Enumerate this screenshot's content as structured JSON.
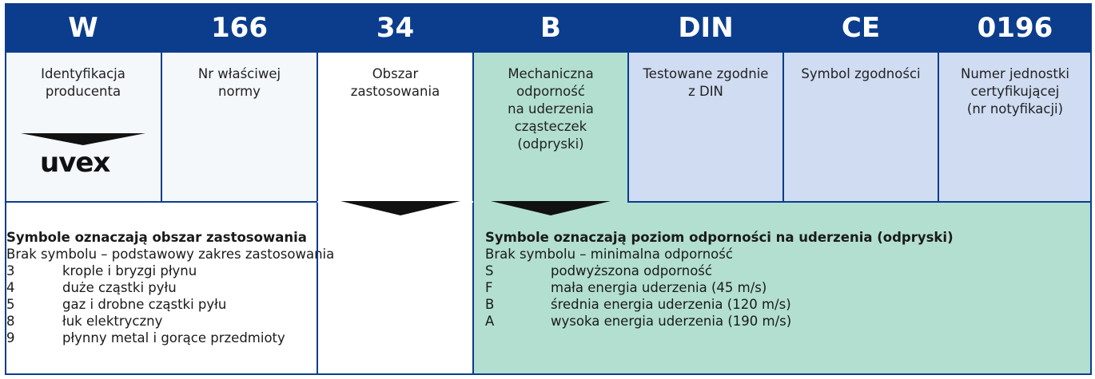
{
  "header": {
    "cols": [
      "W",
      "166",
      "34",
      "B",
      "DIN",
      "CE",
      "0196"
    ]
  },
  "cells": [
    "Identyfikacja\nproducenta",
    "Nr właściwej\nnormy",
    "Obszar\nzastosowania",
    "Mechaniczna\nodporność\nna uderzenia\ncząsteczek\n(odpryski)",
    "Testowane zgodnie\nz DIN",
    "Symbol zgodności",
    "Numer jednostki\ncertyfikującej\n(nr notyfikacji)"
  ],
  "logo_text": "uvex",
  "left_section": {
    "title": "Symbole oznaczają obszar zastosowania",
    "intro": "Brak symbolu – podstawowy zakres zastosowania",
    "rows": [
      {
        "sym": "3",
        "text": "krople i bryzgi płynu"
      },
      {
        "sym": "4",
        "text": "duże cząstki pyłu"
      },
      {
        "sym": "5",
        "text": "gaz i drobne cząstki pyłu"
      },
      {
        "sym": "8",
        "text": "łuk elektryczny"
      },
      {
        "sym": "9",
        "text": "płynny metal i gorące przedmioty"
      }
    ]
  },
  "right_section": {
    "title": "Symbole oznaczają poziom odporności na uderzenia (odpryski)",
    "intro": "Brak symbolu – minimalna odporność",
    "rows": [
      {
        "sym": "S",
        "text": "podwyższona odporność"
      },
      {
        "sym": "F",
        "text": "mała energia uderzenia (45 m/s)"
      },
      {
        "sym": "B",
        "text": "średnia energia uderzenia (120 m/s)"
      },
      {
        "sym": "A",
        "text": "wysoka energia uderzenia (190 m/s)"
      }
    ]
  },
  "colors": {
    "header_bg": "#0b3d8c",
    "green": "#b2dfd0",
    "blue": "#cfdcf2",
    "white_cell": "#f4f8fb"
  }
}
